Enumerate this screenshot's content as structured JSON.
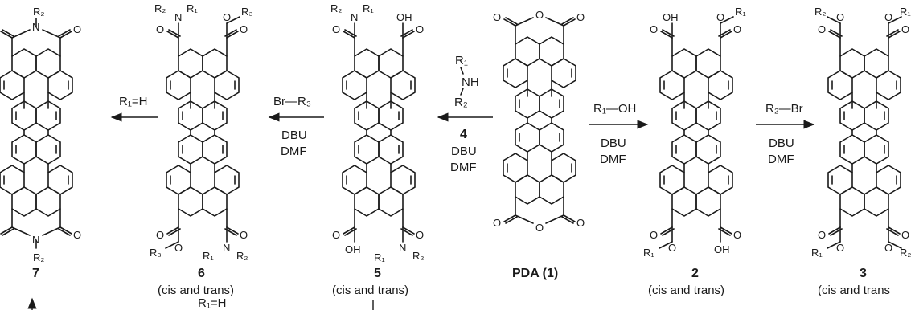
{
  "compounds": {
    "c7": {
      "number": "7",
      "note": ""
    },
    "c6": {
      "number": "6",
      "note": "(cis and trans)"
    },
    "c5": {
      "number": "5",
      "note": "(cis and trans)"
    },
    "c1": {
      "number": "PDA (1)",
      "note": ""
    },
    "c2": {
      "number": "2",
      "note": "(cis and trans)"
    },
    "c3": {
      "number": "3",
      "note": "(cis and trans"
    }
  },
  "arrows": {
    "a6to7": {
      "line1": "R₁=H",
      "line2": "",
      "line3": ""
    },
    "a5to6": {
      "line1": "Br—R₃",
      "line2": "DBU",
      "line3": "DMF"
    },
    "a1to5": {
      "line1": "R₁",
      "line1b": "NH",
      "line1c": "R₂",
      "line2": "4",
      "line3": "DBU",
      "line4": "DMF"
    },
    "a1to2": {
      "line1": "R₁—OH",
      "line2": "DBU",
      "line3": "DMF"
    },
    "a2to3": {
      "line1": "R₂—Br",
      "line2": "DBU",
      "line3": "DMF"
    },
    "bottom": {
      "label": "R₁=H"
    }
  },
  "atoms": {
    "O": "O",
    "N": "N",
    "OH": "OH",
    "R1": "R₁",
    "R2": "R₂",
    "R3": "R₃"
  }
}
